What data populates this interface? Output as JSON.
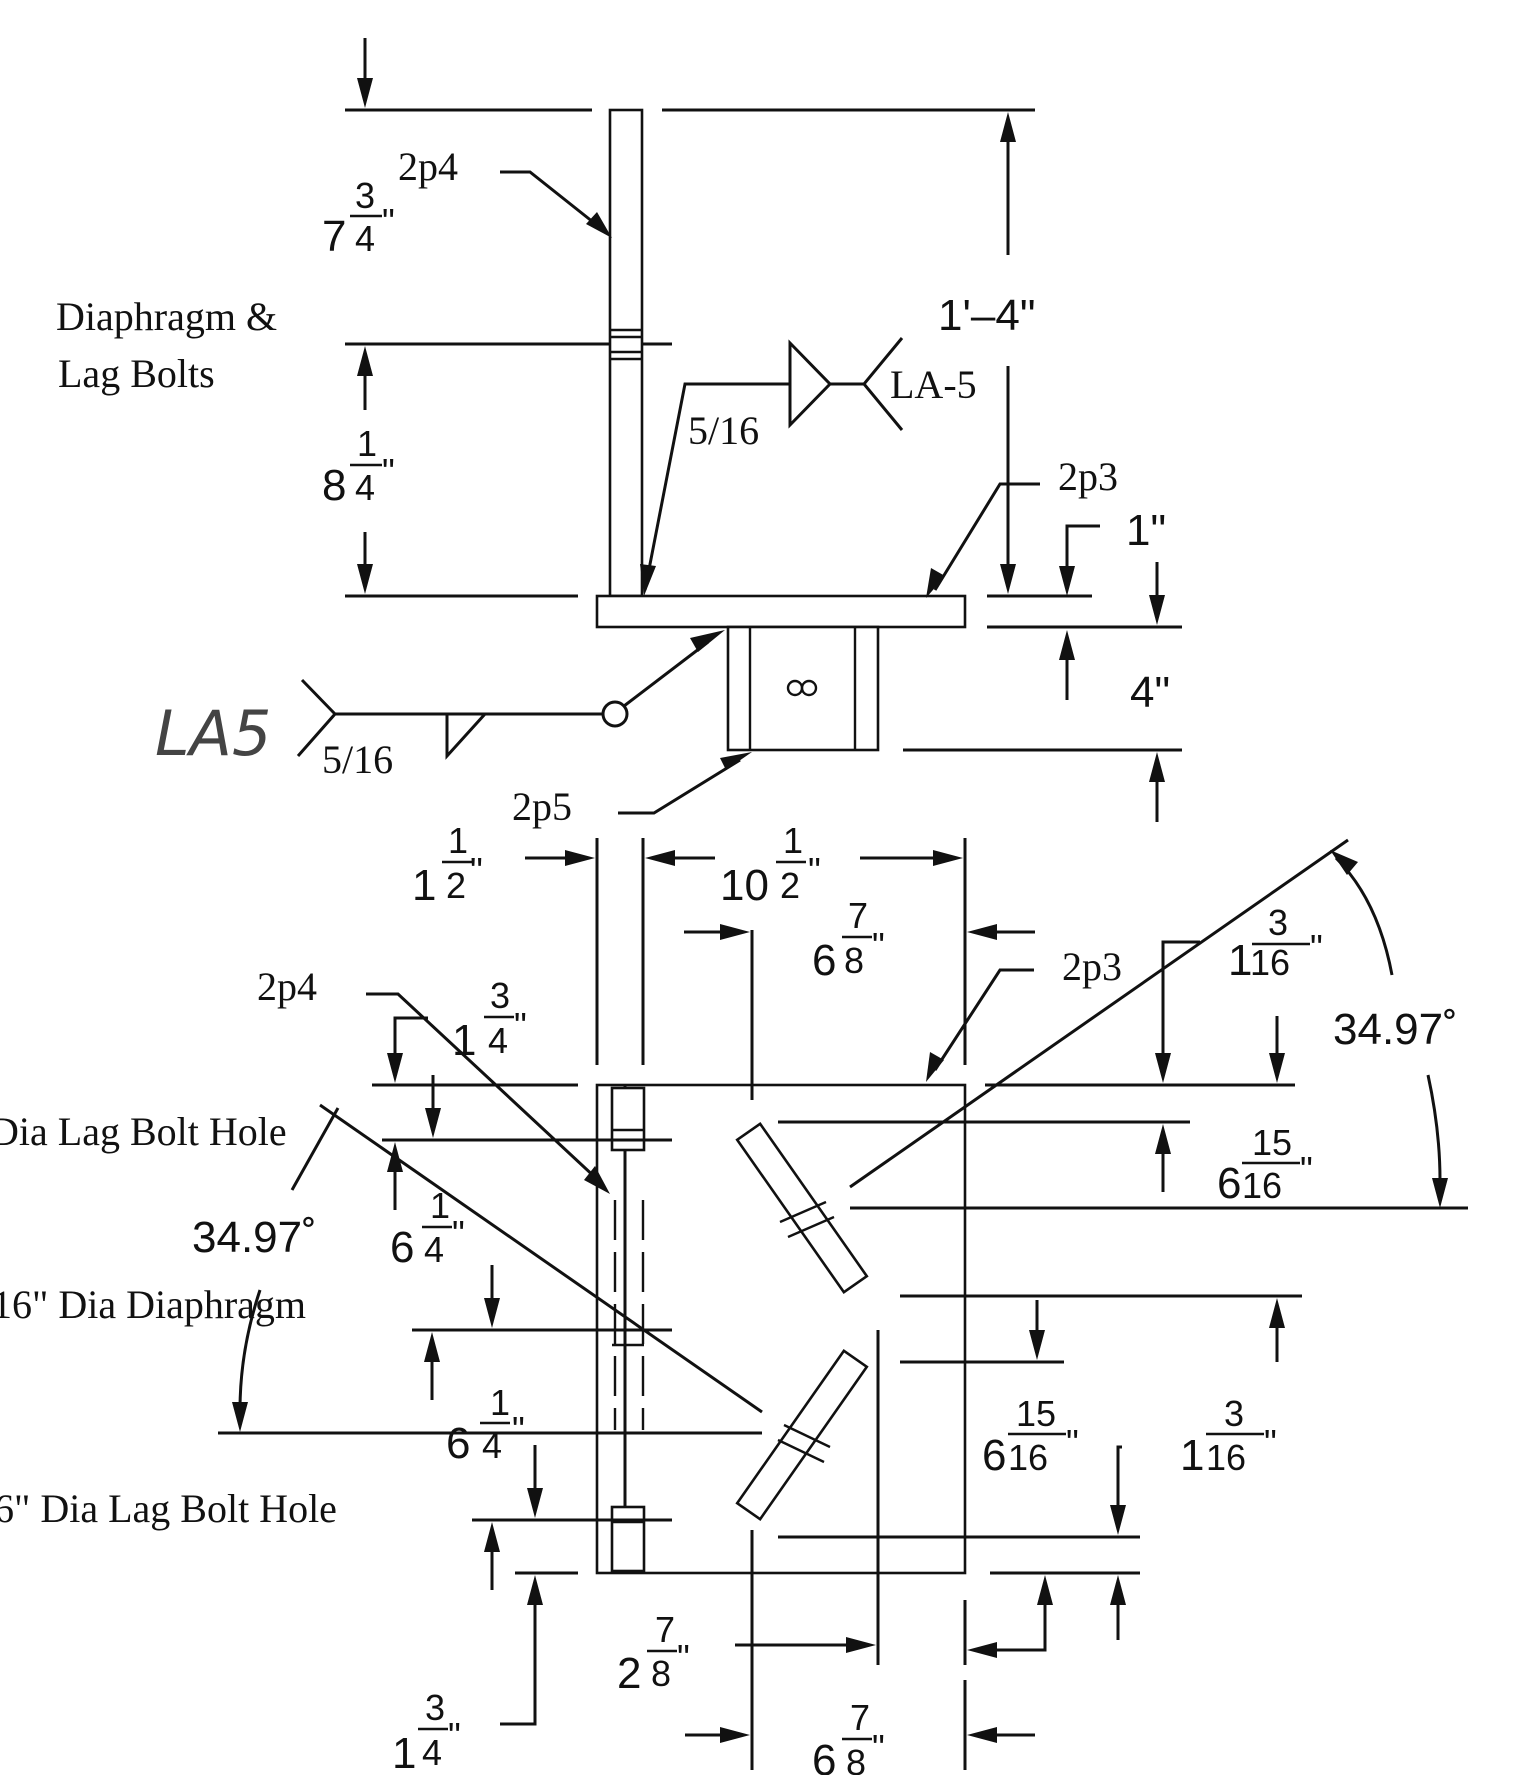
{
  "title": "",
  "elevation_view": {
    "plate_2p4_label": "2p4",
    "plate_2p3_label": "2p3",
    "plate_2p5_label": "2p5",
    "diaphragm_note_line1": "Diaphragm &",
    "diaphragm_note_line2": "Lag Bolts",
    "dim_top_whole": "7",
    "dim_top_num": "3",
    "dim_top_den": "4",
    "dim_mid_whole": "8",
    "dim_mid_num": "1",
    "dim_mid_den": "4",
    "dim_overall": "1'–4\"",
    "dim_plate_thk": "1\"",
    "dim_channel_depth": "4\"",
    "weld_size_upper": "5/16",
    "weld_ref_upper": "LA-5",
    "weld_size_lower": "5/16",
    "weld_ref_lower_handwritten": "LA5"
  },
  "plan_view": {
    "label_2p4": "2p4",
    "label_2p3": "2p3",
    "angle_left": "34.97˚",
    "angle_right": "34.97˚",
    "note_lag_hole_top": "Dia Lag Bolt Hole",
    "note_diaphragm": "16\" Dia Diaphragm",
    "note_lag_hole_bottom": "6\" Dia Lag Bolt Hole",
    "dim_left_top_whole": "1",
    "dim_left_top_num": "1",
    "dim_left_top_den": "2",
    "dim_width_whole": "10",
    "dim_width_num": "1",
    "dim_width_den": "2",
    "dim_inner_top_whole": "6",
    "dim_inner_top_num": "7",
    "dim_inner_top_den": "8",
    "dim_right_top_whole": "1",
    "dim_right_top_num": "3",
    "dim_right_top_den": "16",
    "dim_left_14_whole": "1",
    "dim_left_14_num": "3",
    "dim_left_14_den": "4",
    "dim_right_615_whole": "6",
    "dim_right_615_num": "15",
    "dim_right_615_den": "16",
    "dim_left_64_whole": "6",
    "dim_left_64_num": "1",
    "dim_left_64_den": "4",
    "dim_left_64b_whole": "6",
    "dim_left_64b_num": "1",
    "dim_left_64b_den": "4",
    "dim_right_615b_whole": "6",
    "dim_right_615b_num": "15",
    "dim_right_615b_den": "16",
    "dim_right_116b_whole": "1",
    "dim_right_116b_num": "3",
    "dim_right_116b_den": "16",
    "dim_bottom_28_whole": "2",
    "dim_bottom_28_num": "7",
    "dim_bottom_28_den": "8",
    "dim_bottom_14_whole": "1",
    "dim_bottom_14_num": "3",
    "dim_bottom_14_den": "4",
    "dim_bottom_68_whole": "6",
    "dim_bottom_68_num": "7",
    "dim_bottom_68_den": "8"
  }
}
